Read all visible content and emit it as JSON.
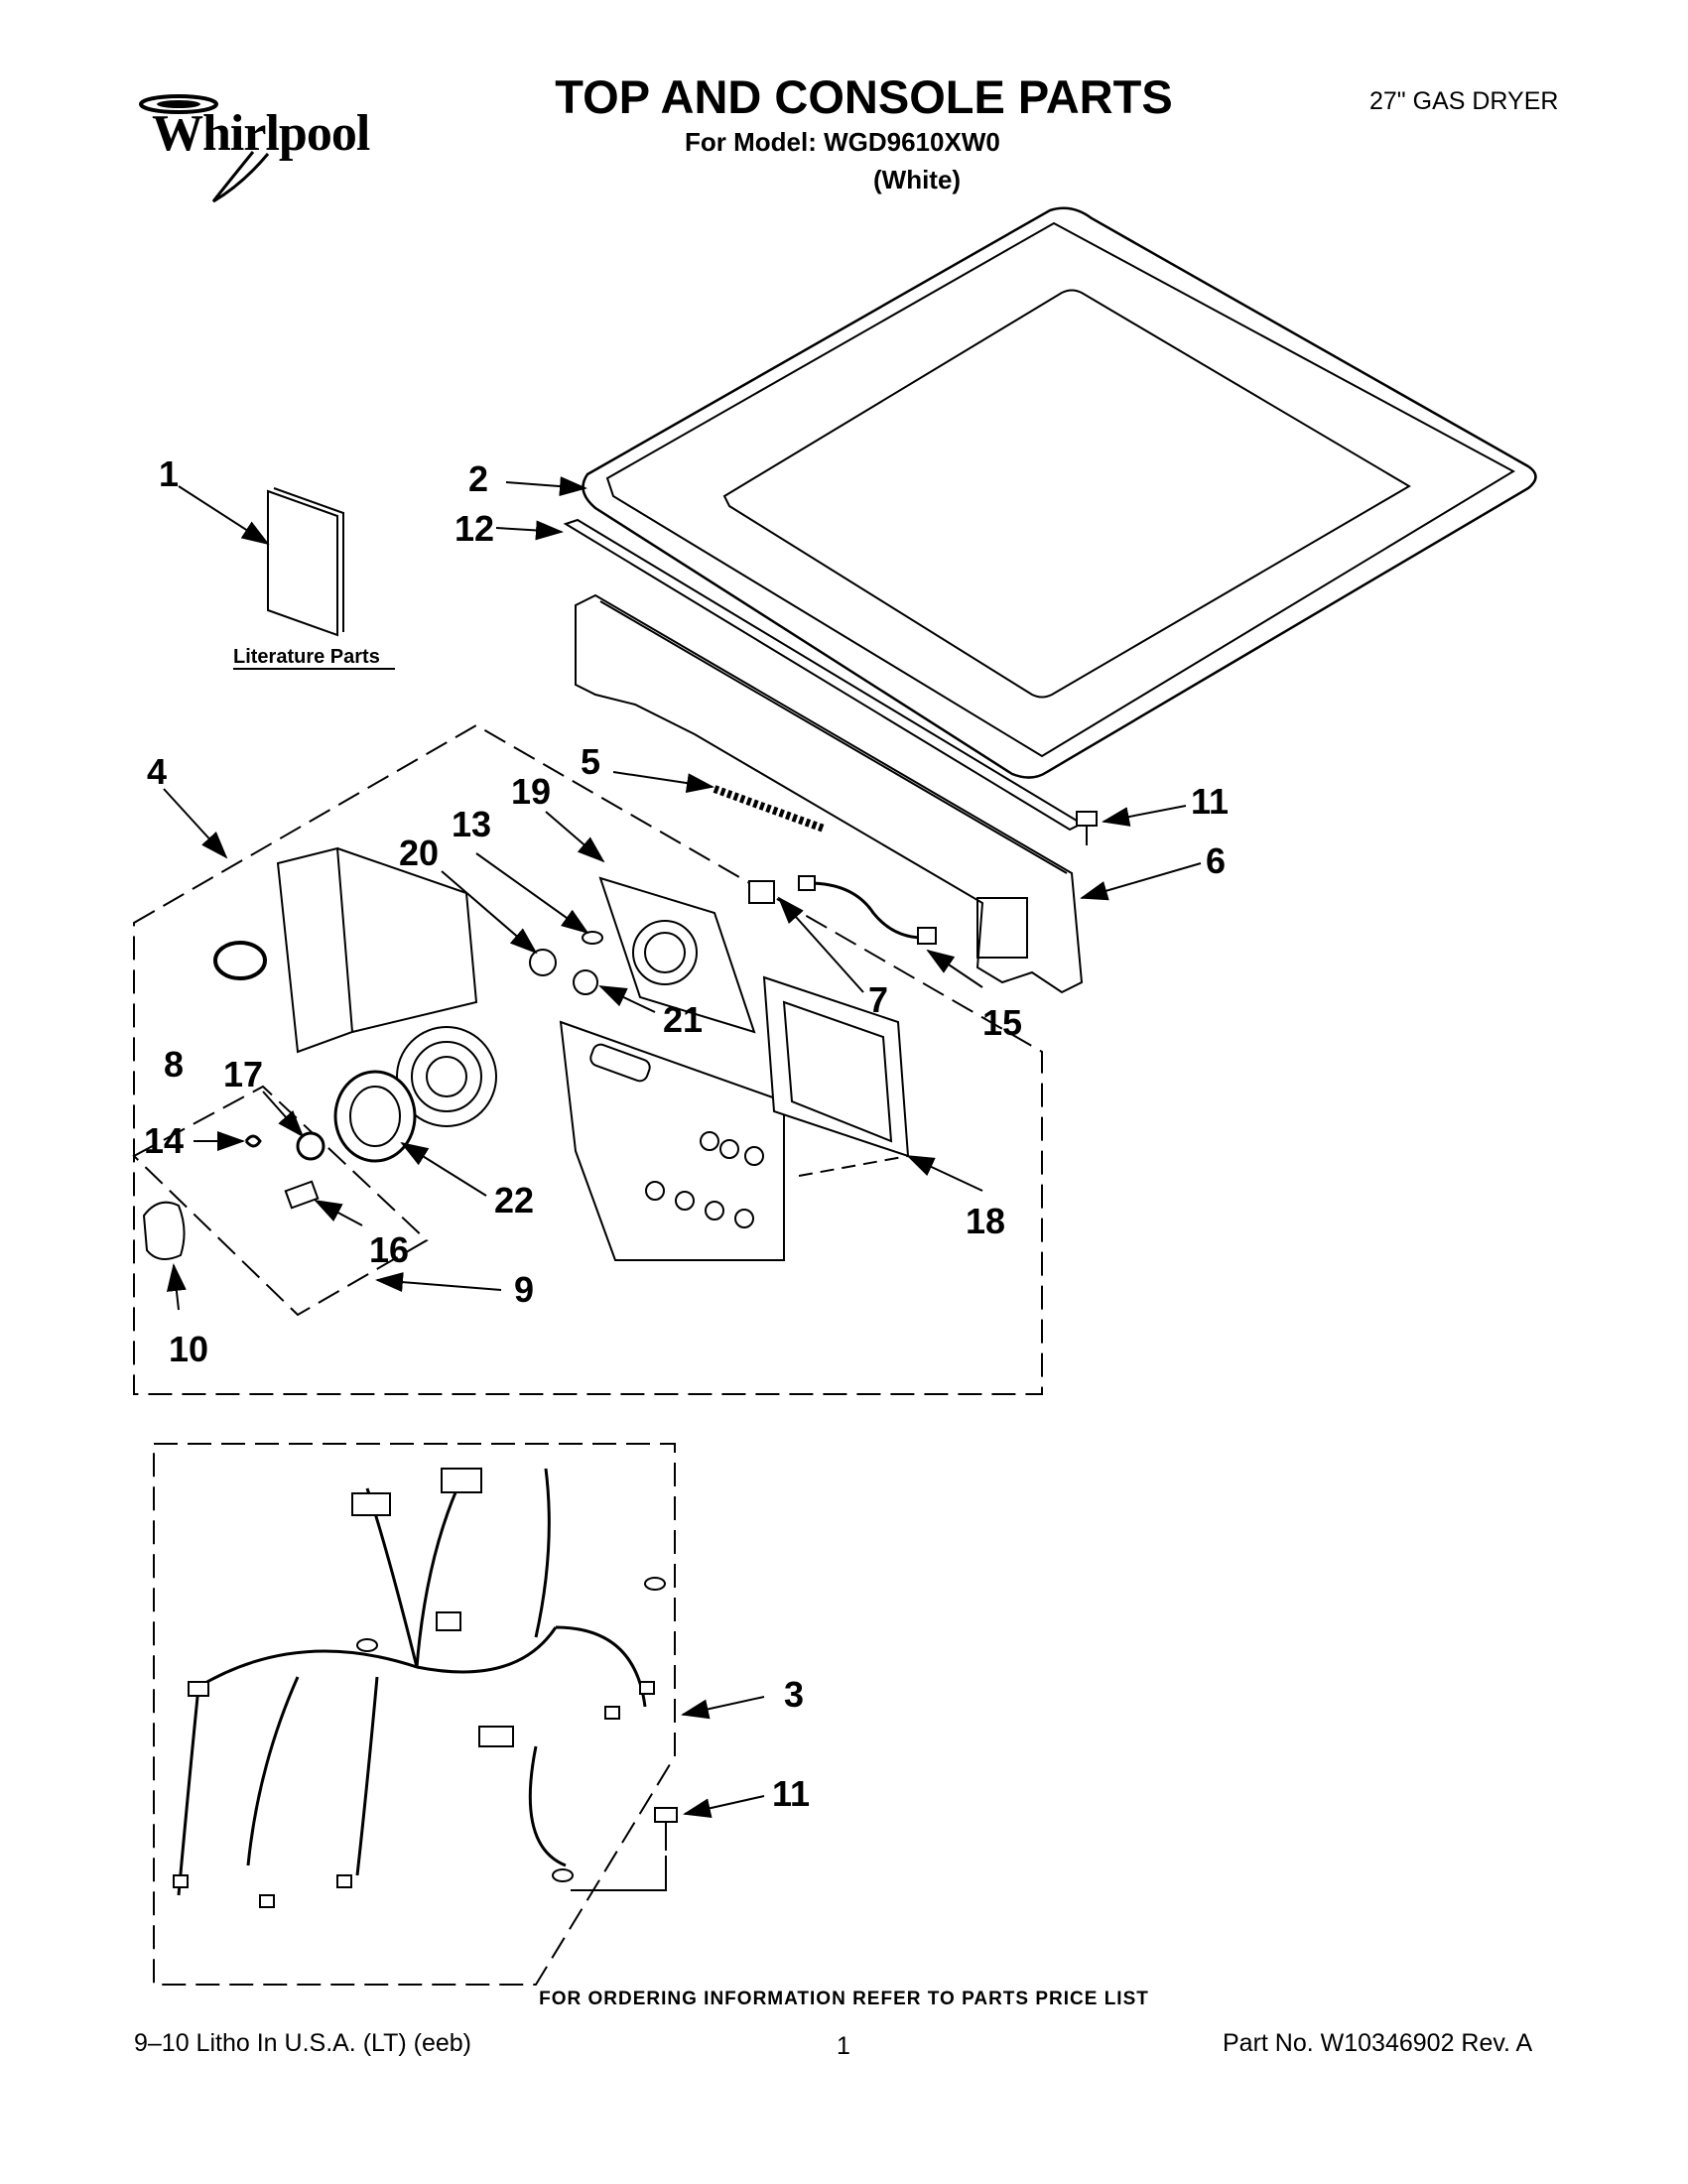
{
  "header": {
    "brand": "Whirlpool",
    "title": "TOP AND CONSOLE PARTS",
    "model_line": "For Model: WGD9610XW0",
    "model_color": "(White)",
    "product_type": "27\" GAS DRYER"
  },
  "diagram": {
    "literature_label": "Literature Parts",
    "callouts": [
      "1",
      "2",
      "12",
      "4",
      "5",
      "19",
      "13",
      "20",
      "11",
      "6",
      "8",
      "7",
      "21",
      "15",
      "17",
      "14",
      "22",
      "18",
      "16",
      "9",
      "10",
      "3",
      "11"
    ]
  },
  "footer": {
    "ordering_info": "FOR ORDERING INFORMATION REFER TO PARTS PRICE LIST",
    "litho": "9–10 Litho In U.S.A. (LT) (eeb)",
    "page": "1",
    "part_no": "Part No. W10346902 Rev. A"
  },
  "colors": {
    "ink": "#000000",
    "paper": "#ffffff"
  }
}
